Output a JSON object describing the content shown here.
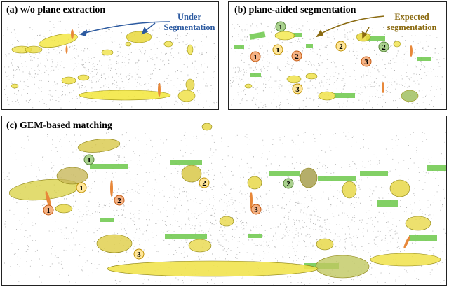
{
  "panels": {
    "a": {
      "title": "(a) w/o plane extraction",
      "annotation_line1": "Under",
      "annotation_line2": "Segmentation"
    },
    "b": {
      "title": "(b) plane-aided segmentation",
      "annotation_line1": "Expected",
      "annotation_line2": "segmentation"
    },
    "c": {
      "title": "(c) GEM-based matching"
    }
  },
  "colors": {
    "annotation_blue": "#2c5aa0",
    "annotation_brown": "#8a6a10",
    "ellipse_yellow": "#f2e63a",
    "plane_green": "#6cc84a",
    "badge_orange": "#f4b183",
    "badge_yellow": "#ffe699",
    "badge_green": "#a9d18e"
  },
  "markers": {
    "b_1": "1",
    "b_2": "2",
    "b_3": "3",
    "b_4": "1",
    "b_5": "2",
    "b_6": "3",
    "b_7": "1",
    "b_8": "2",
    "c_1": "1",
    "c_2": "2",
    "c_3": "3",
    "c_4": "1",
    "c_5": "2",
    "c_6": "3",
    "c_7": "1",
    "c_8": "2"
  }
}
